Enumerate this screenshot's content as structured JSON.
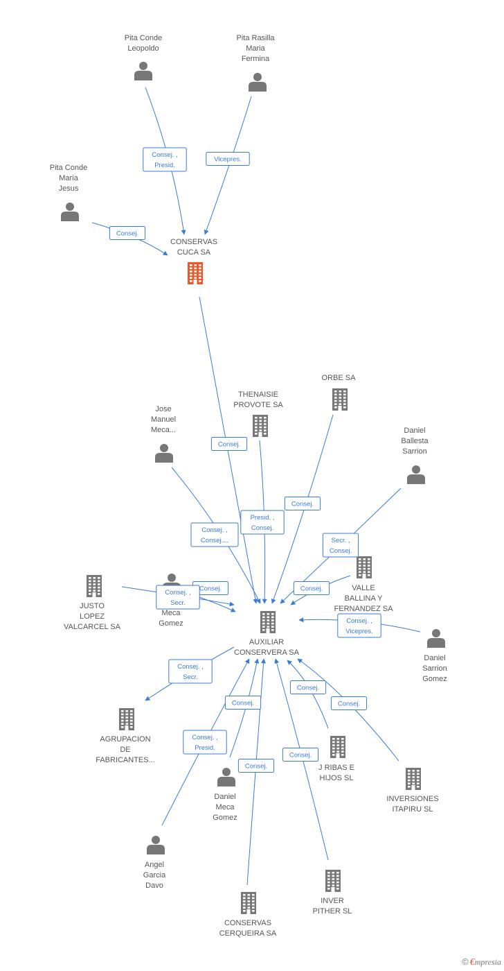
{
  "colors": {
    "edge": "#3a7bd5",
    "company": "#777777",
    "company_highlight": "#e8582b",
    "person": "#777777",
    "label": "#555555"
  },
  "nodes": [
    {
      "id": "pita_leopoldo",
      "kind": "person",
      "lines": [
        "Pita Conde",
        "Leopoldo"
      ]
    },
    {
      "id": "pita_rasilla",
      "kind": "person",
      "lines": [
        "Pita Rasilla",
        "Maria",
        "Fermina"
      ]
    },
    {
      "id": "pita_jesus",
      "kind": "person",
      "lines": [
        "Pita Conde",
        "Maria",
        "Jesus"
      ]
    },
    {
      "id": "conservas_cuca",
      "kind": "company-highlight",
      "lines": [
        "CONSERVAS",
        "CUCA SA"
      ]
    },
    {
      "id": "thenaisie",
      "kind": "company",
      "lines": [
        "THENAISIE",
        "PROVOTE SA"
      ]
    },
    {
      "id": "orbe",
      "kind": "company",
      "lines": [
        "ORBE SA"
      ]
    },
    {
      "id": "jose_manuel",
      "kind": "person",
      "lines": [
        "Jose",
        "Manuel",
        "Meca..."
      ]
    },
    {
      "id": "daniel_ballesta",
      "kind": "person",
      "lines": [
        "Daniel",
        "Ballesta",
        "Sarrion"
      ]
    },
    {
      "id": "valle_ballina",
      "kind": "company",
      "lines": [
        "VALLE",
        "BALLINA Y",
        "FERNANDEZ SA"
      ]
    },
    {
      "id": "justo_lopez",
      "kind": "company",
      "lines": [
        "JUSTO",
        "LOPEZ",
        "VALCARCEL SA"
      ]
    },
    {
      "id": "s_meca",
      "kind": "person",
      "lines": [
        "S...",
        "Meca",
        "Gomez"
      ]
    },
    {
      "id": "auxiliar",
      "kind": "company",
      "lines": [
        "AUXILIAR",
        "CONSERVERA SA"
      ]
    },
    {
      "id": "daniel_sarrion",
      "kind": "person",
      "lines": [
        "Daniel",
        "Sarrion",
        "Gomez"
      ]
    },
    {
      "id": "agrupacion",
      "kind": "company",
      "lines": [
        "AGRUPACION",
        "DE",
        "FABRICANTES..."
      ]
    },
    {
      "id": "j_ribas",
      "kind": "company",
      "lines": [
        "J RIBAS E",
        "HIJOS SL"
      ]
    },
    {
      "id": "inversiones",
      "kind": "company",
      "lines": [
        "INVERSIONES",
        "ITAPIRU SL"
      ]
    },
    {
      "id": "daniel_meca",
      "kind": "person",
      "lines": [
        "Daniel",
        "Meca",
        "Gomez"
      ]
    },
    {
      "id": "angel_garcia",
      "kind": "person",
      "lines": [
        "Angel",
        "Garcia",
        "Davo"
      ]
    },
    {
      "id": "inver_pither",
      "kind": "company",
      "lines": [
        "INVER",
        "PITHER SL"
      ]
    },
    {
      "id": "conservas_cerqueira",
      "kind": "company",
      "lines": [
        "CONSERVAS",
        "CERQUEIRA SA"
      ]
    }
  ],
  "edges": [
    {
      "from": "pita_leopoldo",
      "to": "conservas_cuca",
      "roles": [
        "Consej. ,",
        "Presid."
      ]
    },
    {
      "from": "pita_rasilla",
      "to": "conservas_cuca",
      "roles": [
        "Vicepres."
      ]
    },
    {
      "from": "pita_jesus",
      "to": "conservas_cuca",
      "roles": [
        "Consej."
      ]
    },
    {
      "from": "conservas_cuca",
      "to": "auxiliar",
      "roles": [
        "Consej."
      ]
    },
    {
      "from": "thenaisie",
      "to": "auxiliar",
      "roles": [
        "Presid. ,",
        "Consej."
      ]
    },
    {
      "from": "orbe",
      "to": "auxiliar",
      "roles": [
        "Consej."
      ]
    },
    {
      "from": "jose_manuel",
      "to": "auxiliar",
      "roles": [
        "Consej. ,",
        "Consej...."
      ]
    },
    {
      "from": "daniel_ballesta",
      "to": "auxiliar",
      "roles": [
        "Secr. ,",
        "Consej."
      ]
    },
    {
      "from": "valle_ballina",
      "to": "auxiliar",
      "roles": [
        "Consej."
      ]
    },
    {
      "from": "justo_lopez",
      "to": "auxiliar",
      "roles": [
        "Consej."
      ]
    },
    {
      "from": "s_meca",
      "to": "auxiliar",
      "roles": [
        "Consej. ,",
        "Secr."
      ]
    },
    {
      "from": "daniel_sarrion",
      "to": "auxiliar",
      "roles": [
        "Consej. ,",
        "Vicepres."
      ]
    },
    {
      "from": "auxiliar",
      "to": "agrupacion",
      "roles": [
        "Consej. ,",
        "Secr."
      ]
    },
    {
      "from": "j_ribas",
      "to": "auxiliar",
      "roles": [
        "Consej."
      ]
    },
    {
      "from": "inversiones",
      "to": "auxiliar",
      "roles": [
        "Consej."
      ]
    },
    {
      "from": "daniel_meca",
      "to": "auxiliar",
      "roles": [
        "Consej."
      ]
    },
    {
      "from": "angel_garcia",
      "to": "auxiliar",
      "roles": [
        "Consej. ,",
        "Presid."
      ]
    },
    {
      "from": "inver_pither",
      "to": "auxiliar",
      "roles": [
        "Consej."
      ]
    },
    {
      "from": "conservas_cerqueira",
      "to": "auxiliar",
      "roles": [
        "Consej."
      ]
    }
  ],
  "footer": {
    "copyright": "©",
    "brand_initial": "€",
    "brand_rest": "mpresia"
  }
}
